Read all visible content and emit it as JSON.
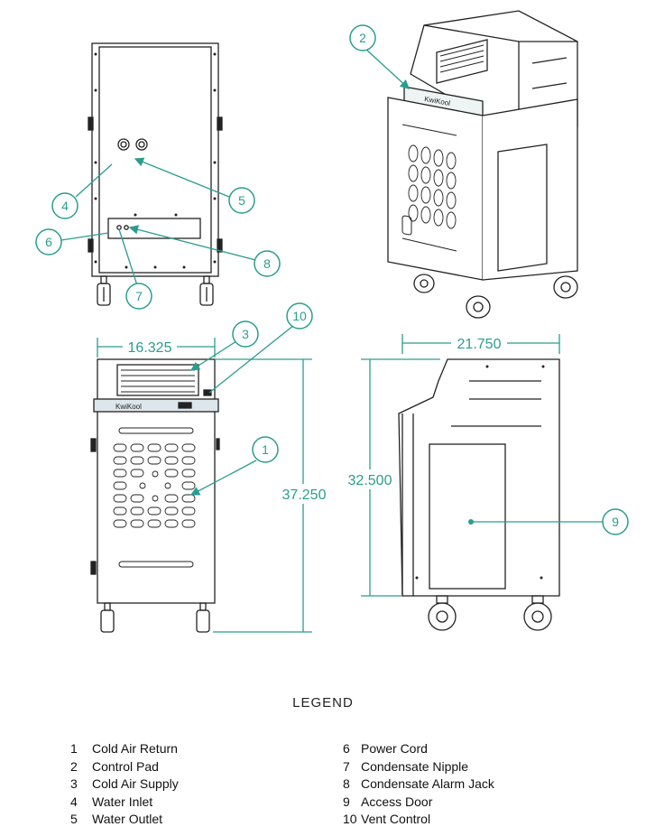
{
  "callouts": [
    "1",
    "2",
    "3",
    "4",
    "5",
    "6",
    "7",
    "8",
    "9",
    "10"
  ],
  "dimensions": {
    "front_width": "16.325",
    "front_height": "37.250",
    "side_width": "21.750",
    "side_height": "32.500"
  },
  "brand_label": "KwiKool",
  "legend": {
    "title": "LEGEND",
    "items": [
      {
        "num": "1",
        "label": "Cold Air Return"
      },
      {
        "num": "2",
        "label": "Control Pad"
      },
      {
        "num": "3",
        "label": "Cold Air Supply"
      },
      {
        "num": "4",
        "label": "Water Inlet"
      },
      {
        "num": "5",
        "label": "Water Outlet"
      },
      {
        "num": "6",
        "label": "Power Cord"
      },
      {
        "num": "7",
        "label": "Condensate Nipple"
      },
      {
        "num": "8",
        "label": "Condensate Alarm Jack"
      },
      {
        "num": "9",
        "label": "Access Door"
      },
      {
        "num": "10",
        "label": "Vent Control"
      }
    ]
  },
  "colors": {
    "callout": "#2a9d8f",
    "line": "#222222"
  }
}
